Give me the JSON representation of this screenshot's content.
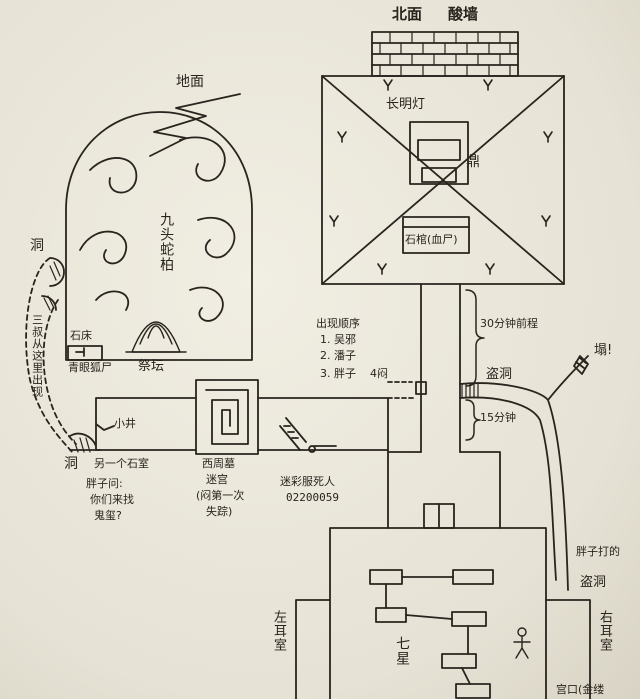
{
  "north_wall": {
    "heading": "北面",
    "label": "酸墙"
  },
  "ground": "地面",
  "tree": "九头蛇柏",
  "left_cave": "洞",
  "left_cave_lower": "洞",
  "third_uncle": "三叔从这里出现",
  "stone_bed": "石床",
  "blue_eye_zombie": "青眼狐尸",
  "altar": "祭坛",
  "small_well": "小井",
  "another_chamber": "另一个石室",
  "fatty_question": [
    "胖子问:",
    "你们来找",
    "鬼玺?"
  ],
  "western_zhou_tomb": [
    "西周墓",
    "迷宫",
    "(闷第一次",
    "失踪)"
  ],
  "lost_corpse": "迷彩服死人",
  "lost_code": "02200059",
  "appearance_order": [
    "出现顺序",
    "1. 吴邪",
    "2. 潘子",
    "3. 胖子"
  ],
  "four_men": "4闷",
  "thirty_minutes": "30分钟前程",
  "fifteen_minutes": "15分钟",
  "robbers_cave_right": "盗洞",
  "collapse": "塌!",
  "fatty_dug": "胖子打的",
  "robbers_cave_lower": "盗洞",
  "changming_lamp": "长明灯",
  "ding": "鼎",
  "stone_coffin": "石棺(血尸)",
  "left_ear_room": "左耳室",
  "right_ear_room": "右耳室",
  "seven_stars": "七星",
  "bottom_note": "宫口(金缕",
  "colors": {
    "ink": "#2a241e",
    "paper": "#ece9dd"
  }
}
